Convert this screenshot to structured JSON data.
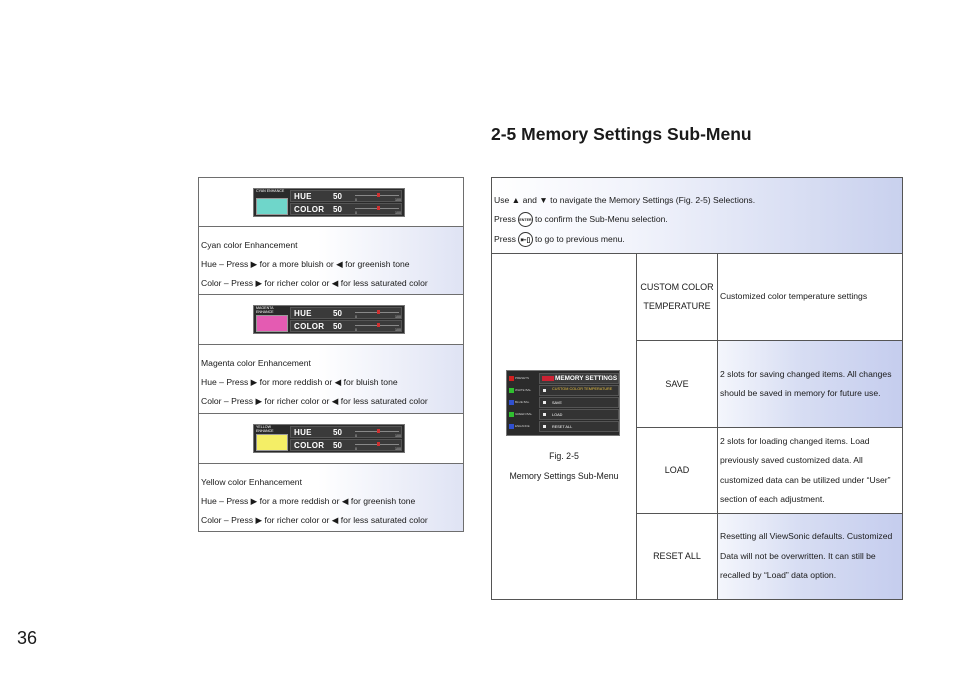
{
  "page": {
    "title": "2-5 Memory Settings Sub-Menu",
    "page_number": "36"
  },
  "left": {
    "cyan": {
      "osd_caption": "CYAN ENHANCE",
      "osd_hue_label": "HUE",
      "osd_hue_value": "50",
      "osd_color_label": "COLOR",
      "osd_color_value": "50",
      "scale_min": "0",
      "scale_max": "100",
      "swatch_color": "#6fd6ca",
      "line1": "Cyan color Enhancement",
      "line2": "Hue – Press ▶ for a more bluish or ◀ for greenish tone",
      "line3": "Color – Press ▶ for richer color or ◀ for less saturated color"
    },
    "magenta": {
      "osd_caption": "MAGENTA ENHANCE",
      "osd_hue_label": "HUE",
      "osd_hue_value": "50",
      "osd_color_label": "COLOR",
      "osd_color_value": "50",
      "scale_min": "0",
      "scale_max": "100",
      "swatch_color": "#e45bb2",
      "line1": "Magenta color Enhancement",
      "line2": "Hue – Press ▶ for more reddish or ◀ for bluish tone",
      "line3": "Color – Press ▶ for richer color or ◀ for less saturated color"
    },
    "yellow": {
      "osd_caption": "YELLOW ENHANCE",
      "osd_hue_label": "HUE",
      "osd_hue_value": "50",
      "osd_color_label": "COLOR",
      "osd_color_value": "50",
      "scale_min": "0",
      "scale_max": "100",
      "swatch_color": "#f4ee66",
      "line1": "Yellow color Enhancement",
      "line2": "Hue – Press ▶ for a more reddish or ◀ for greenish tone",
      "line3": "Color – Press ▶ for richer color or ◀ for less saturated color"
    }
  },
  "header": {
    "line1": "Use ▲ and ▼ to navigate the Memory Settings (Fig. 2-5) Selections.",
    "line2_pre": "Press",
    "enter_icon": "ENTER",
    "line2_post": "to confirm the Sub-Menu selection.",
    "line3_pre": "Press",
    "back_icon": "⇤▯",
    "line3_post": "to go to previous menu."
  },
  "figure": {
    "caption1": "Fig. 2-5",
    "caption2": "Memory Settings Sub-Menu",
    "osd_title": "MEMORY SETTINGS",
    "left_items": [
      "PRESETS",
      "WHITE BAL",
      "BLUE BAL",
      "GREEN BAL",
      "ENHANCE"
    ],
    "left_colors": [
      "#d02020",
      "#30c030",
      "#3050d0",
      "#30c030",
      "#3050d0"
    ],
    "menu_items": [
      "CUSTOM COLOR TEMPERATURE",
      "SAVE",
      "LOAD",
      "RESET ALL"
    ]
  },
  "table": {
    "rows": [
      {
        "name": "CUSTOM COLOR TEMPERATURE",
        "desc": "Customized color temperature settings"
      },
      {
        "name": "SAVE",
        "desc": "2 slots for saving changed items.  All changes should be saved in memory for future use."
      },
      {
        "name": "LOAD",
        "desc": "2 slots for loading changed items. Load previously saved customized data. All customized data can be utilized under “User” section of each adjustment."
      },
      {
        "name": "RESET ALL",
        "desc": "Resetting all ViewSonic defaults. Customized Data will not be overwritten. It can still be recalled by “Load” data option."
      }
    ]
  }
}
